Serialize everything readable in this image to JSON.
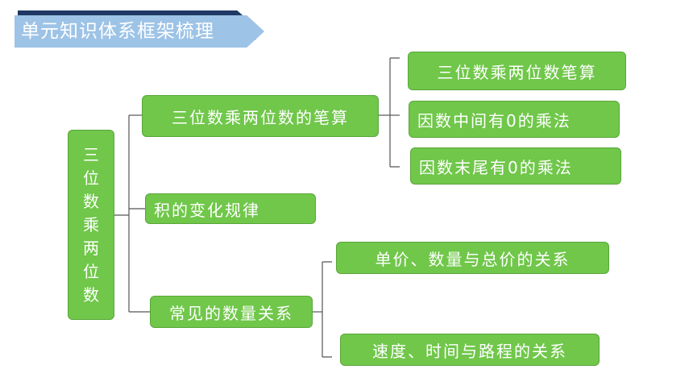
{
  "banner": {
    "title": "单元知识体系框架梳理"
  },
  "root": {
    "chars": [
      "三",
      "位",
      "数",
      "乘",
      "两",
      "位",
      "数"
    ]
  },
  "branches": [
    {
      "label": "三位数乘两位数的笔算",
      "children": [
        "三位数乘两位数笔算",
        "因数中间有0的乘法",
        "因数末尾有0的乘法"
      ]
    },
    {
      "label": "积的变化规律",
      "children": []
    },
    {
      "label": "常见的数量关系",
      "children": [
        "单价、数量与总价的关系",
        "速度、时间与路程的关系"
      ]
    }
  ],
  "colors": {
    "box_fill": "#70c74a",
    "box_border": "#5aa63a",
    "connector": "#555555",
    "banner_fill": "#9dc3e6",
    "banner_shadow": "#1f3864"
  }
}
